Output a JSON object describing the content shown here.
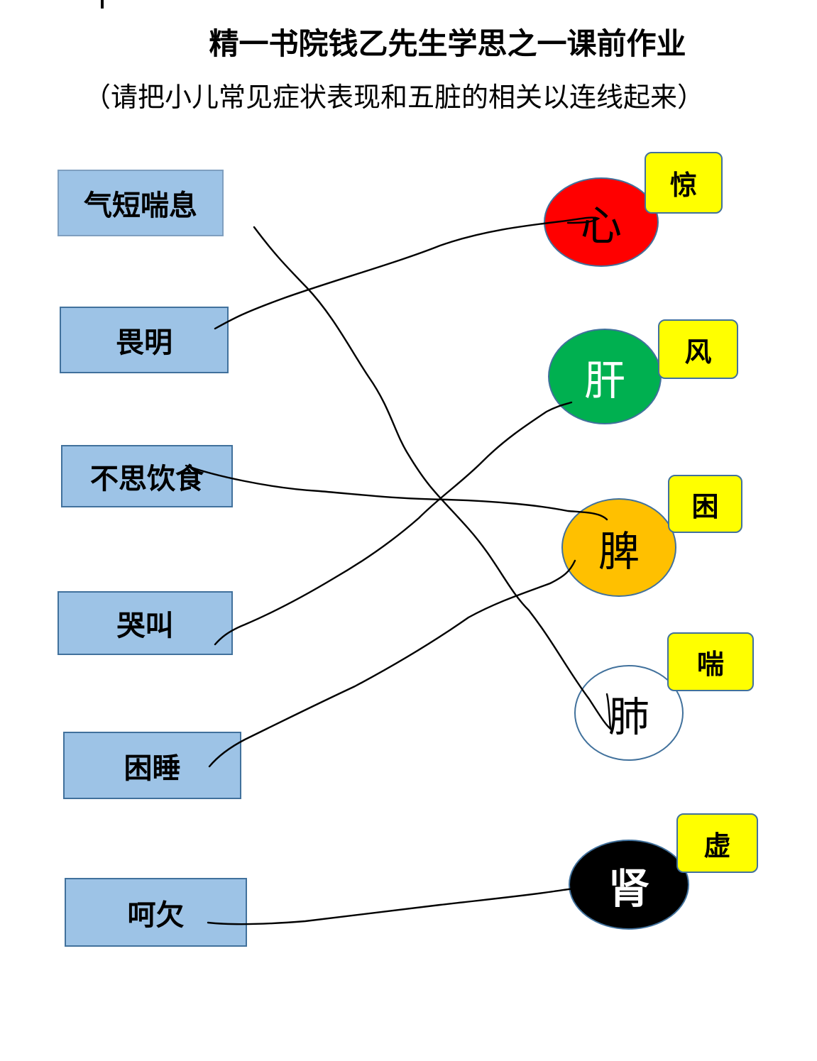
{
  "header": {
    "title": "精一书院钱乙先生学思之一课前作业",
    "subtitle": "（请把小儿常见症状表现和五脏的相关以连线起来）"
  },
  "symptoms": [
    "气短喘息",
    "畏明",
    "不思饮食",
    "哭叫",
    "困睡",
    "呵欠"
  ],
  "organs": [
    {
      "label": "心",
      "tag": "惊",
      "fill": "#ff0000",
      "text_color": "#000000"
    },
    {
      "label": "肝",
      "tag": "风",
      "fill": "#00b050",
      "text_color": "#ffffff"
    },
    {
      "label": "脾",
      "tag": "困",
      "fill": "#ffc000",
      "text_color": "#000000"
    },
    {
      "label": "肺",
      "tag": "喘",
      "fill": "#ffffff",
      "text_color": "#000000"
    },
    {
      "label": "肾",
      "tag": "虚",
      "fill": "#000000",
      "text_color": "#ffffff"
    }
  ],
  "connections": [
    {
      "from": "畏明",
      "to": "心"
    },
    {
      "from": "哭叫",
      "to": "肝"
    },
    {
      "from": "不思饮食",
      "to": "脾"
    },
    {
      "from": "困睡",
      "to": "脾"
    },
    {
      "from": "气短喘息",
      "to": "肺"
    },
    {
      "from": "呵欠",
      "to": "肾"
    }
  ],
  "colors": {
    "symptom_fill": "#9dc3e6",
    "symptom_border": "#41719c",
    "tag_fill": "#ffff00",
    "line": "#000000"
  }
}
